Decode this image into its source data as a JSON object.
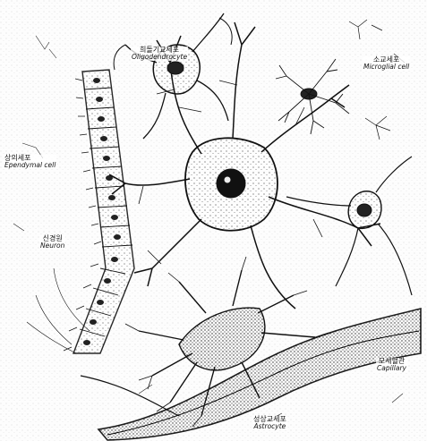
{
  "labels": {
    "oligodendrocyte": {
      "korean": "희돌기교세포",
      "english": "Oligodendrocyte"
    },
    "microglia": {
      "korean": "소교세포",
      "english": "Microglial cell"
    },
    "ependymal": {
      "korean": "상의세포",
      "english": "Ependymal cell"
    },
    "neuron": {
      "korean": "신경원",
      "english": "Neuron"
    },
    "capillary": {
      "korean": "모세혈관",
      "english": "Capillary"
    },
    "astrocyte": {
      "korean": "성상교세포",
      "english": "Astrocyte"
    }
  }
}
